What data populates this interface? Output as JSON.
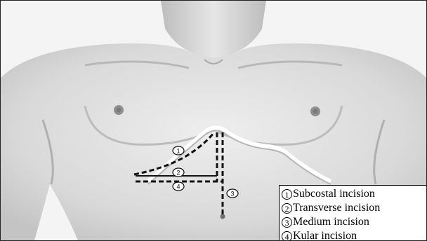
{
  "legend": {
    "items": [
      {
        "number": "1",
        "label": "Subcostal incision"
      },
      {
        "number": "2",
        "label": "Transverse incision"
      },
      {
        "number": "3",
        "label": "Medium incision"
      },
      {
        "number": "4",
        "label": "Kular incision"
      }
    ]
  },
  "markers": [
    "1",
    "2",
    "3",
    "4"
  ],
  "colors": {
    "skin": "#dcdcdc",
    "incision_line": "#111111",
    "legend_border": "#000000"
  }
}
